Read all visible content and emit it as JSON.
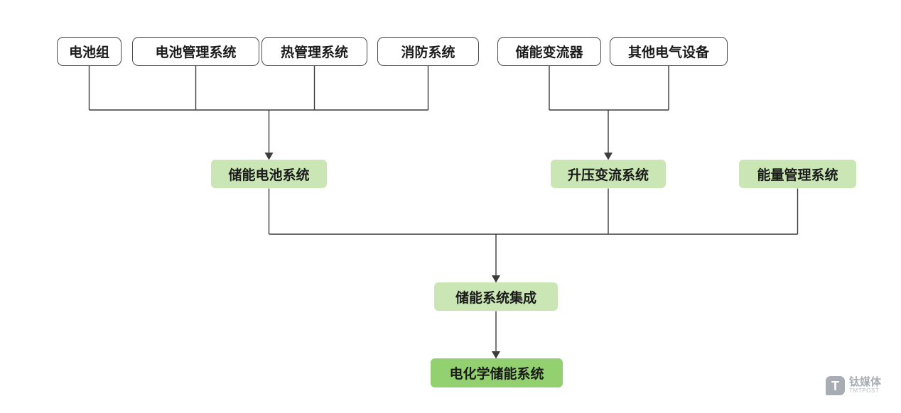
{
  "diagram": {
    "top_row": [
      "电池组",
      "电池管理系统",
      "热管理系统",
      "消防系统",
      "储能变流器",
      "其他电气设备"
    ],
    "mid_row": [
      "储能电池系统",
      "升压变流系统",
      "能量管理系统"
    ],
    "integration": "储能系统集成",
    "final": "电化学储能系统"
  },
  "watermark": {
    "logo_letter": "T",
    "brand": "钛媒体",
    "subbrand": "TMTPOST"
  },
  "colors": {
    "light_green": "#c9e6b4",
    "dark_green": "#93d170",
    "line": "#3c3c3c",
    "box_border": "#4a4a4a",
    "watermark_gray": "#a8adb3"
  }
}
